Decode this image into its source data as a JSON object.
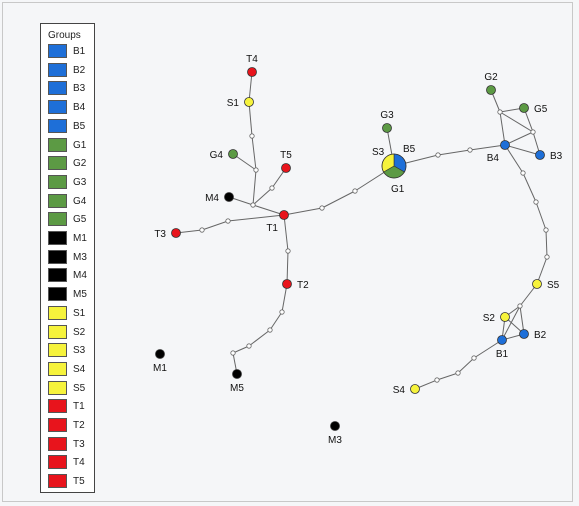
{
  "legend": {
    "title": "Groups",
    "items": [
      {
        "label": "B1",
        "color": "#1e6fd8"
      },
      {
        "label": "B2",
        "color": "#1e6fd8"
      },
      {
        "label": "B3",
        "color": "#1e6fd8"
      },
      {
        "label": "B4",
        "color": "#1e6fd8"
      },
      {
        "label": "B5",
        "color": "#1e6fd8"
      },
      {
        "label": "G1",
        "color": "#5c9a44"
      },
      {
        "label": "G2",
        "color": "#5c9a44"
      },
      {
        "label": "G3",
        "color": "#5c9a44"
      },
      {
        "label": "G4",
        "color": "#5c9a44"
      },
      {
        "label": "G5",
        "color": "#5c9a44"
      },
      {
        "label": "M1",
        "color": "#000000"
      },
      {
        "label": "M3",
        "color": "#000000"
      },
      {
        "label": "M4",
        "color": "#000000"
      },
      {
        "label": "M5",
        "color": "#000000"
      },
      {
        "label": "S1",
        "color": "#f6f33c"
      },
      {
        "label": "S2",
        "color": "#f6f33c"
      },
      {
        "label": "S3",
        "color": "#f6f33c"
      },
      {
        "label": "S4",
        "color": "#f6f33c"
      },
      {
        "label": "S5",
        "color": "#f6f33c"
      },
      {
        "label": "T1",
        "color": "#e8141c"
      },
      {
        "label": "T2",
        "color": "#e8141c"
      },
      {
        "label": "T3",
        "color": "#e8141c"
      },
      {
        "label": "T4",
        "color": "#e8141c"
      },
      {
        "label": "T5",
        "color": "#e8141c"
      }
    ]
  },
  "network": {
    "nodes": [
      {
        "id": "T4",
        "label": "T4",
        "group": "T",
        "labelPos": "above"
      },
      {
        "id": "S1",
        "label": "S1",
        "group": "S",
        "labelPos": "left"
      },
      {
        "id": "T5",
        "label": "T5",
        "group": "T",
        "labelPos": "above"
      },
      {
        "id": "G4",
        "label": "G4",
        "group": "G",
        "labelPos": "left"
      },
      {
        "id": "M4",
        "label": "M4",
        "group": "M",
        "labelPos": "left"
      },
      {
        "id": "T1",
        "label": "T1",
        "group": "T",
        "labelPos": "below-left"
      },
      {
        "id": "T3",
        "label": "T3",
        "group": "T",
        "labelPos": "left"
      },
      {
        "id": "T2",
        "label": "T2",
        "group": "T",
        "labelPos": "right"
      },
      {
        "id": "M5",
        "label": "M5",
        "group": "M",
        "labelPos": "below"
      },
      {
        "id": "M1",
        "label": "M1",
        "group": "M",
        "labelPos": "below"
      },
      {
        "id": "M3",
        "label": "M3",
        "group": "M",
        "labelPos": "below"
      },
      {
        "id": "G3",
        "label": "G3",
        "group": "G",
        "labelPos": "above"
      },
      {
        "id": "HUB",
        "labels": [
          "S3",
          "B5",
          "G1"
        ],
        "group": "pie"
      },
      {
        "id": "G2",
        "label": "G2",
        "group": "G",
        "labelPos": "above"
      },
      {
        "id": "G5",
        "label": "G5",
        "group": "G",
        "labelPos": "right"
      },
      {
        "id": "B4",
        "label": "B4",
        "group": "B",
        "labelPos": "below-left"
      },
      {
        "id": "B3",
        "label": "B3",
        "group": "B",
        "labelPos": "right"
      },
      {
        "id": "S5",
        "label": "S5",
        "group": "S",
        "labelPos": "right"
      },
      {
        "id": "S2",
        "label": "S2",
        "group": "S",
        "labelPos": "left"
      },
      {
        "id": "B2",
        "label": "B2",
        "group": "B",
        "labelPos": "right"
      },
      {
        "id": "B1",
        "label": "B1",
        "group": "B",
        "labelPos": "below"
      },
      {
        "id": "S4",
        "label": "S4",
        "group": "S",
        "labelPos": "left"
      }
    ]
  }
}
